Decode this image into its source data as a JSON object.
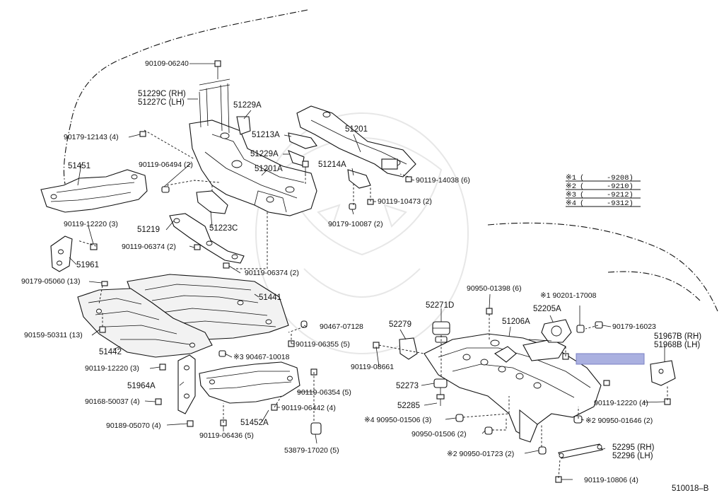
{
  "diagram_id": "510018–B",
  "note_box_color": "#aab0e0",
  "legend": [
    {
      "mark": "※1",
      "open": "(",
      "range": "-9208)"
    },
    {
      "mark": "※2",
      "open": "(",
      "range": "-9210)"
    },
    {
      "mark": "※3",
      "open": "(",
      "range": "-9212)"
    },
    {
      "mark": "※4",
      "open": "(",
      "range": "-9312)"
    }
  ],
  "labels": {
    "l1": "90109-06240",
    "l2": "51229C (RH)",
    "l3": "51227C (LH)",
    "l4": "51229A",
    "l5": "51201",
    "l6": "90179-12143 (4)",
    "l7": "51213A",
    "l8": "51229A",
    "l9": "51451",
    "l10": "90119-06494 (2)",
    "l11": "51201A",
    "l12": "51214A",
    "l13": "90119-14038 (6)",
    "l14": "90119-10473 (2)",
    "l15": "90179-10087 (2)",
    "l16": "90119-12220 (3)",
    "l17": "51219",
    "l18": "51223C",
    "l19": "90119-06374 (2)",
    "l20": "51961",
    "l21": "90119-06374 (2)",
    "l22": "90179-05060 (13)",
    "l23": "51441",
    "l24": "90950-01398 (6)",
    "l25": "※1 90201-17008",
    "l26": "52271D",
    "l27": "52205A",
    "l28": "90179-16023",
    "l29": "90159-50311 (13)",
    "l30": "90467-07128",
    "l31": "52279",
    "l32": "51206A",
    "l33": "51967B (RH)",
    "l34": "51968B (LH)",
    "l35": "51442",
    "l36": "90119-06355 (5)",
    "l37": "※3 90467-10018",
    "l38": "90119-08661",
    "l39": "90119-12220 (3)",
    "l40": "51964A",
    "l41": "52273",
    "l42": "90119-06354 (5)",
    "l43": "90168-50037 (4)",
    "l44": "52285",
    "l45": "90119-06442 (4)",
    "l46": "90119-12220 (4)",
    "l47": "90189-05070 (4)",
    "l48": "51452A",
    "l49": "※4 90950-01506 (3)",
    "l50": "※2 90950-01646 (2)",
    "l51": "90119-06436 (5)",
    "l52": "53879-17020 (5)",
    "l53": "90950-01506 (2)",
    "l54": "52295 (RH)",
    "l55": "52296 (LH)",
    "l56": "※2 90950-01723 (2)",
    "l57": "90119-10806 (4)"
  }
}
